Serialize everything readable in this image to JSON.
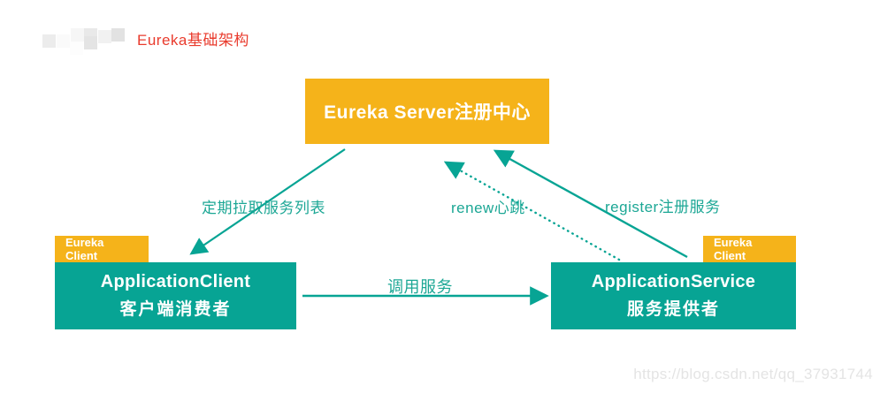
{
  "page": {
    "title": "Eureka基础架构"
  },
  "diagram": {
    "server": {
      "label": "Eureka Server注册中心"
    },
    "client": {
      "tag": "Eureka Client",
      "line1": "ApplicationClient",
      "line2": "客户端消费者"
    },
    "service": {
      "tag": "Eureka Client",
      "line1": "ApplicationService",
      "line2": "服务提供者"
    },
    "edges": [
      {
        "label": "定期拉取服务列表",
        "style": "solid",
        "from": "eureka-server",
        "to": "application-client"
      },
      {
        "label": "renew心跳",
        "style": "dotted",
        "from": "application-service",
        "to": "eureka-server"
      },
      {
        "label": "register注册服务",
        "style": "solid",
        "from": "application-service",
        "to": "eureka-server"
      },
      {
        "label": "调用服务",
        "style": "solid",
        "from": "application-client",
        "to": "application-service"
      }
    ]
  },
  "colors": {
    "teal": "#07a494",
    "label_teal": "#1ca795",
    "orange": "#f5b31a",
    "title_red": "#e93b2d",
    "watermark_gray": "#e4e4e4"
  },
  "watermark": "https://blog.csdn.net/qq_37931744"
}
